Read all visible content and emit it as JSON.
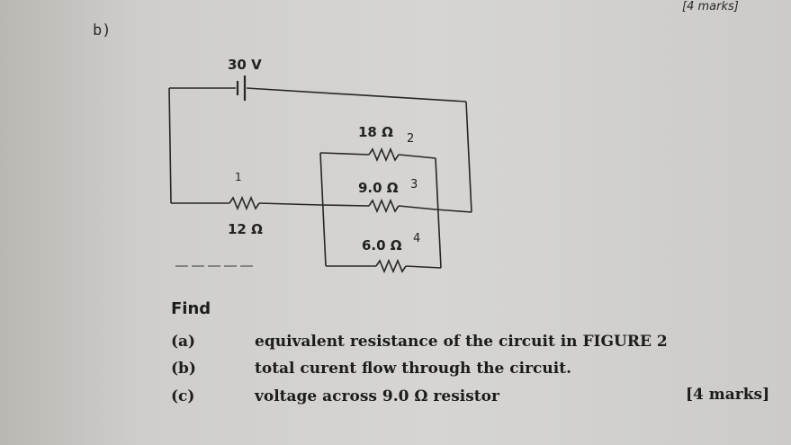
{
  "header": {
    "top_marks": "[4 marks]",
    "part_label": "b)"
  },
  "circuit": {
    "battery_label": "30 V",
    "resistors": [
      {
        "label": "18 Ω",
        "note": "2"
      },
      {
        "label": "9.0 Ω",
        "note": "3"
      },
      {
        "label": "6.0 Ω",
        "note": "4"
      },
      {
        "label": "12 Ω",
        "note": "1"
      }
    ]
  },
  "question": {
    "find": "Find",
    "items": [
      {
        "letter": "(a)",
        "text": "equivalent resistance of the circuit in FIGURE 2"
      },
      {
        "letter": "(b)",
        "text": "total curent flow through the circuit."
      },
      {
        "letter": "(c)",
        "text": "voltage across 9.0 Ω resistor"
      }
    ],
    "marks": "[4 marks]"
  }
}
